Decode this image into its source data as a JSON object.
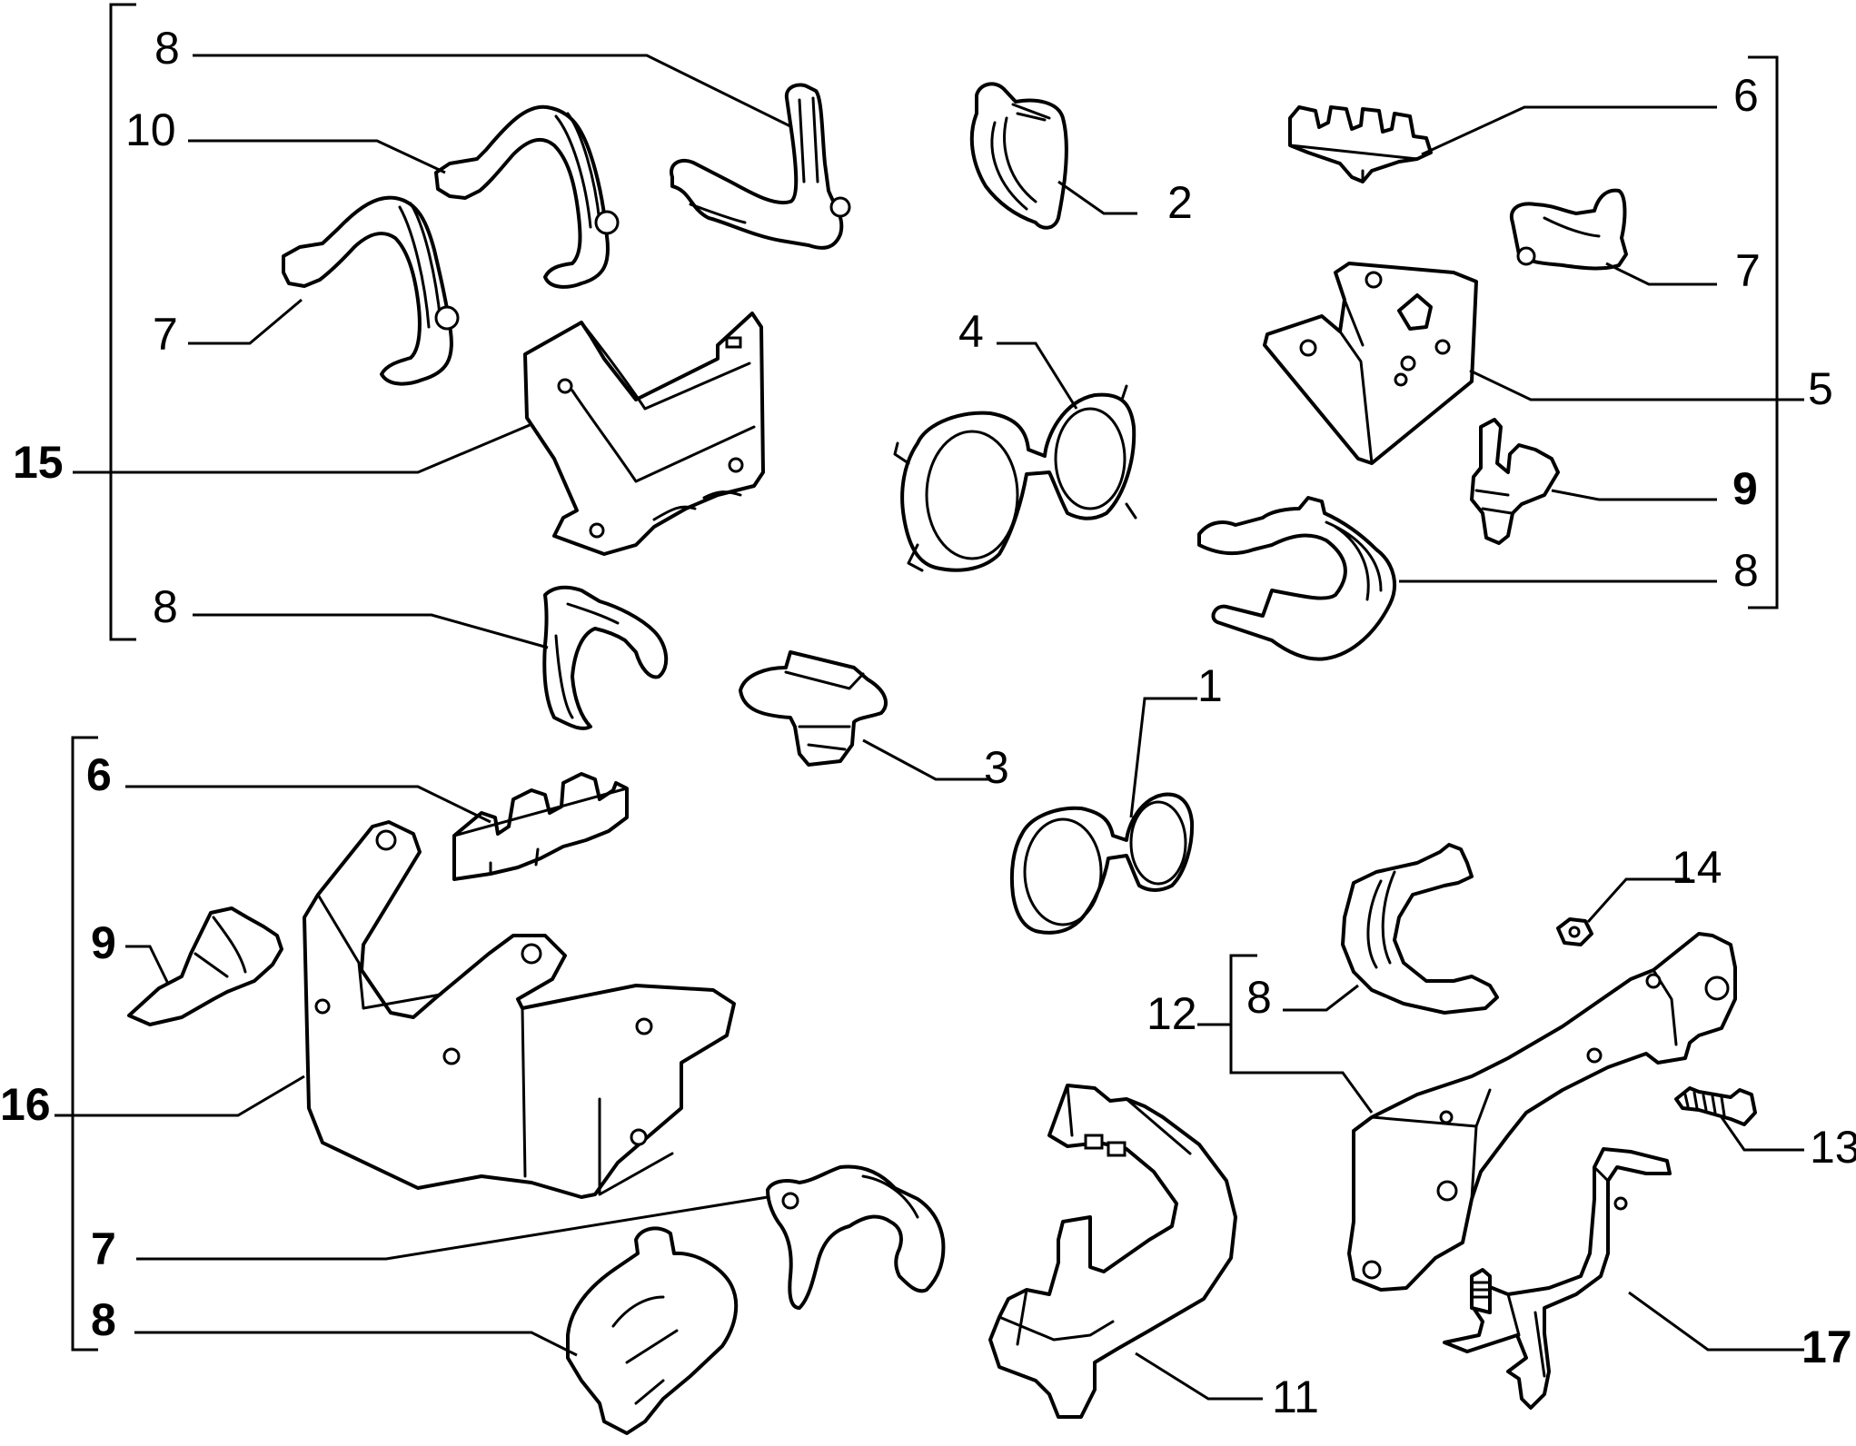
{
  "callouts": {
    "c1": "1",
    "c2": "2",
    "c3": "3",
    "c4": "4",
    "c5": "5",
    "c6_top": "6",
    "c6_left": "6",
    "c7_topright": "7",
    "c7_topleft": "7",
    "c7_bottom": "7",
    "c8_top": "8",
    "c8_mid": "8",
    "c8_right": "8",
    "c8_lowright": "8",
    "c8_bottom": "8",
    "c9_right": "9",
    "c9_left": "9",
    "c10": "10",
    "c11": "11",
    "c12": "12",
    "c13": "13",
    "c14": "14",
    "c15": "15",
    "c16": "16",
    "c17": "17"
  }
}
